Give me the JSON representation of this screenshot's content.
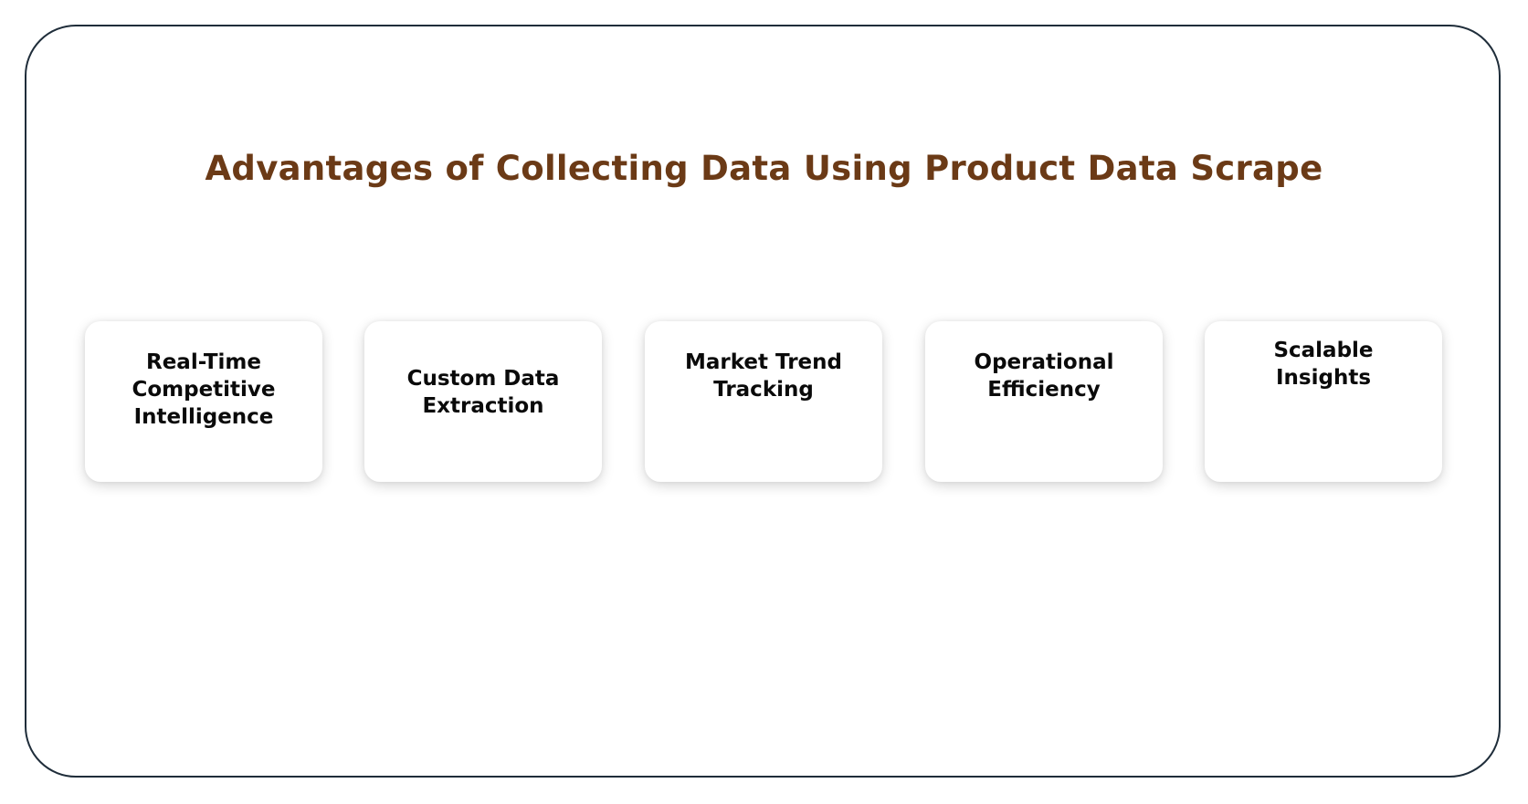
{
  "title": "Advantages of Collecting Data Using Product Data Scrape",
  "colors": {
    "title": "#6b3a16",
    "border": "#1f2d3a",
    "card_text": "#0a0a0a"
  },
  "cards": [
    {
      "label": "Real-Time\nCompetitive\nIntelligence"
    },
    {
      "label": "Custom Data\nExtraction"
    },
    {
      "label": "Market Trend\nTracking"
    },
    {
      "label": "Operational\nEfficiency"
    },
    {
      "label": "Scalable\nInsights"
    }
  ]
}
